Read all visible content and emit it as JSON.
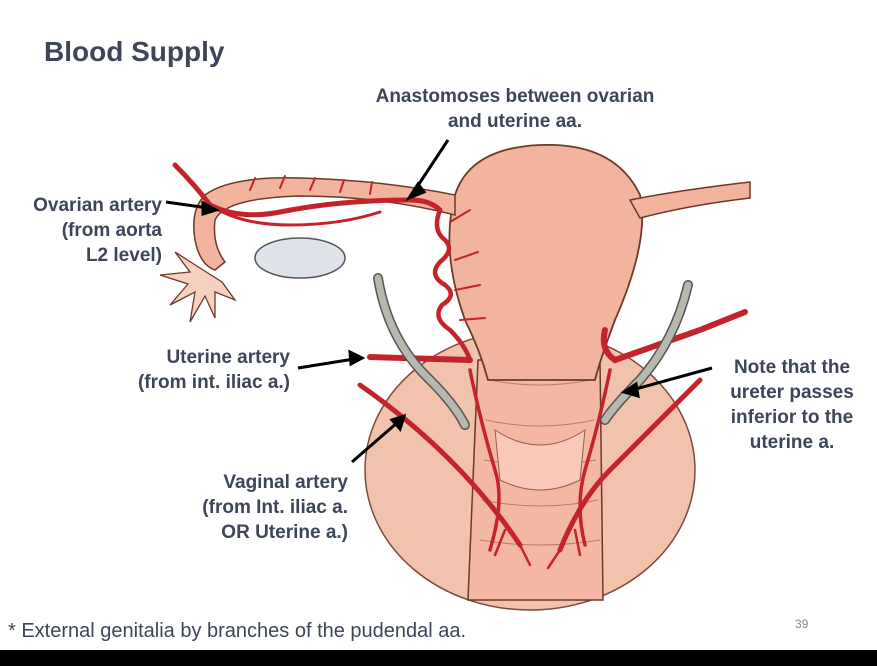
{
  "slide": {
    "title": "Blood Supply",
    "labels": {
      "anastomoses": "Anastomoses between ovarian\nand uterine aa.",
      "ovarian_artery": "Ovarian artery\n(from aorta\nL2 level)",
      "uterine_artery": "Uterine artery\n(from int. iliac a.)",
      "ureter_note": "Note that the\nureter passes\ninferior to the\nuterine a.",
      "vaginal_artery": "Vaginal artery\n(from Int. iliac a.\nOR Uterine a.)"
    },
    "footnote": "* External genitalia by branches of the pudendal aa.",
    "page_number": "39"
  },
  "colors": {
    "title_text": "#3d4658",
    "artery": "#c4232b",
    "tissue": "#f3b49e",
    "ureter": "#9a9a90",
    "arrow": "#000000"
  }
}
